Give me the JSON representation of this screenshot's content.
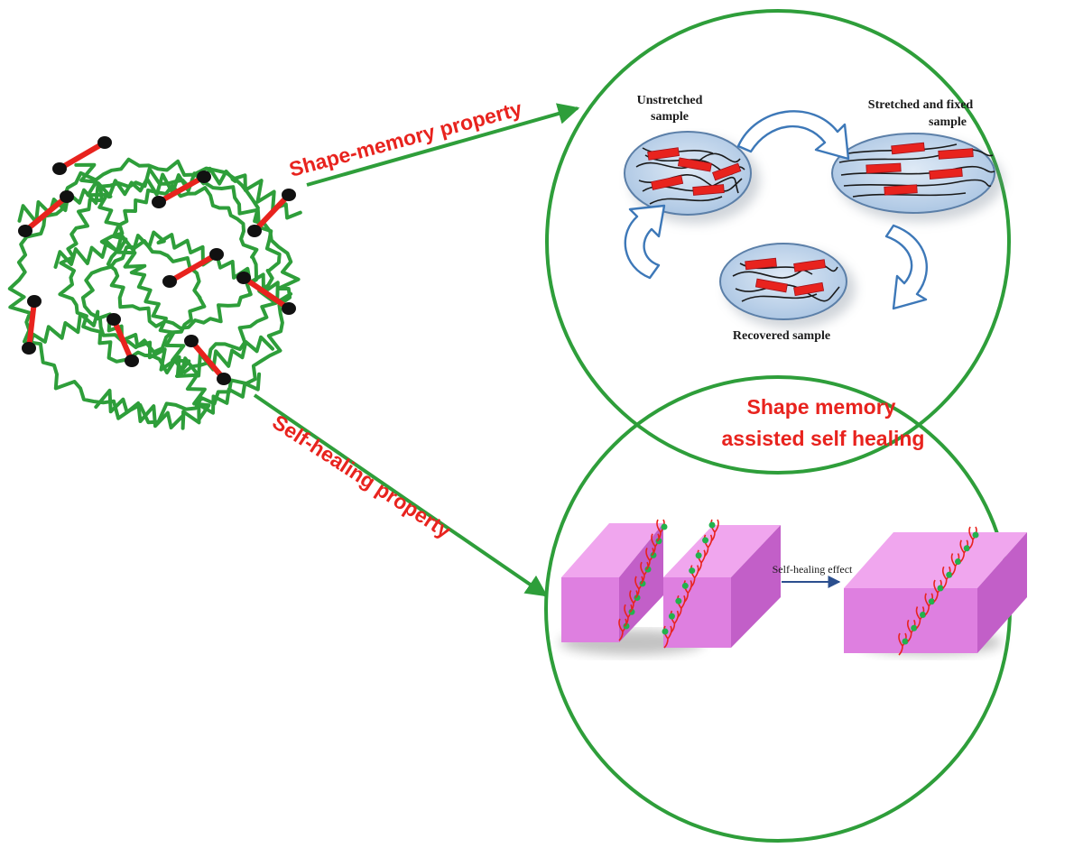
{
  "labels": {
    "shape_memory_property": "Shape-memory property",
    "self_healing_property": "Self-healing property",
    "combined_line1": "Shape memory",
    "combined_line2": "assisted self healing",
    "unstretched_line1": "Unstretched",
    "unstretched_line2": "sample",
    "stretched_line1": "Stretched and fixed",
    "stretched_line2": "sample",
    "recovered": "Recovered sample",
    "self_healing_effect": "Self-healing effect"
  },
  "colors": {
    "network_green": "#2e9e3a",
    "crosslink_red": "#e8231e",
    "node_black": "#111111",
    "circle_green": "#2e9e3a",
    "label_red": "#e8231e",
    "ellipse_fill": "#bcd3ea",
    "ellipse_stroke": "#5b7fa8",
    "arrow_blue": "#3d78b8",
    "block_top": "#f0a6ee",
    "block_front": "#de7fe0",
    "block_side": "#c25fc8"
  },
  "icons": {
    "network": "polymer-network-icon",
    "cycle_arrow": "curved-arrow-icon"
  }
}
